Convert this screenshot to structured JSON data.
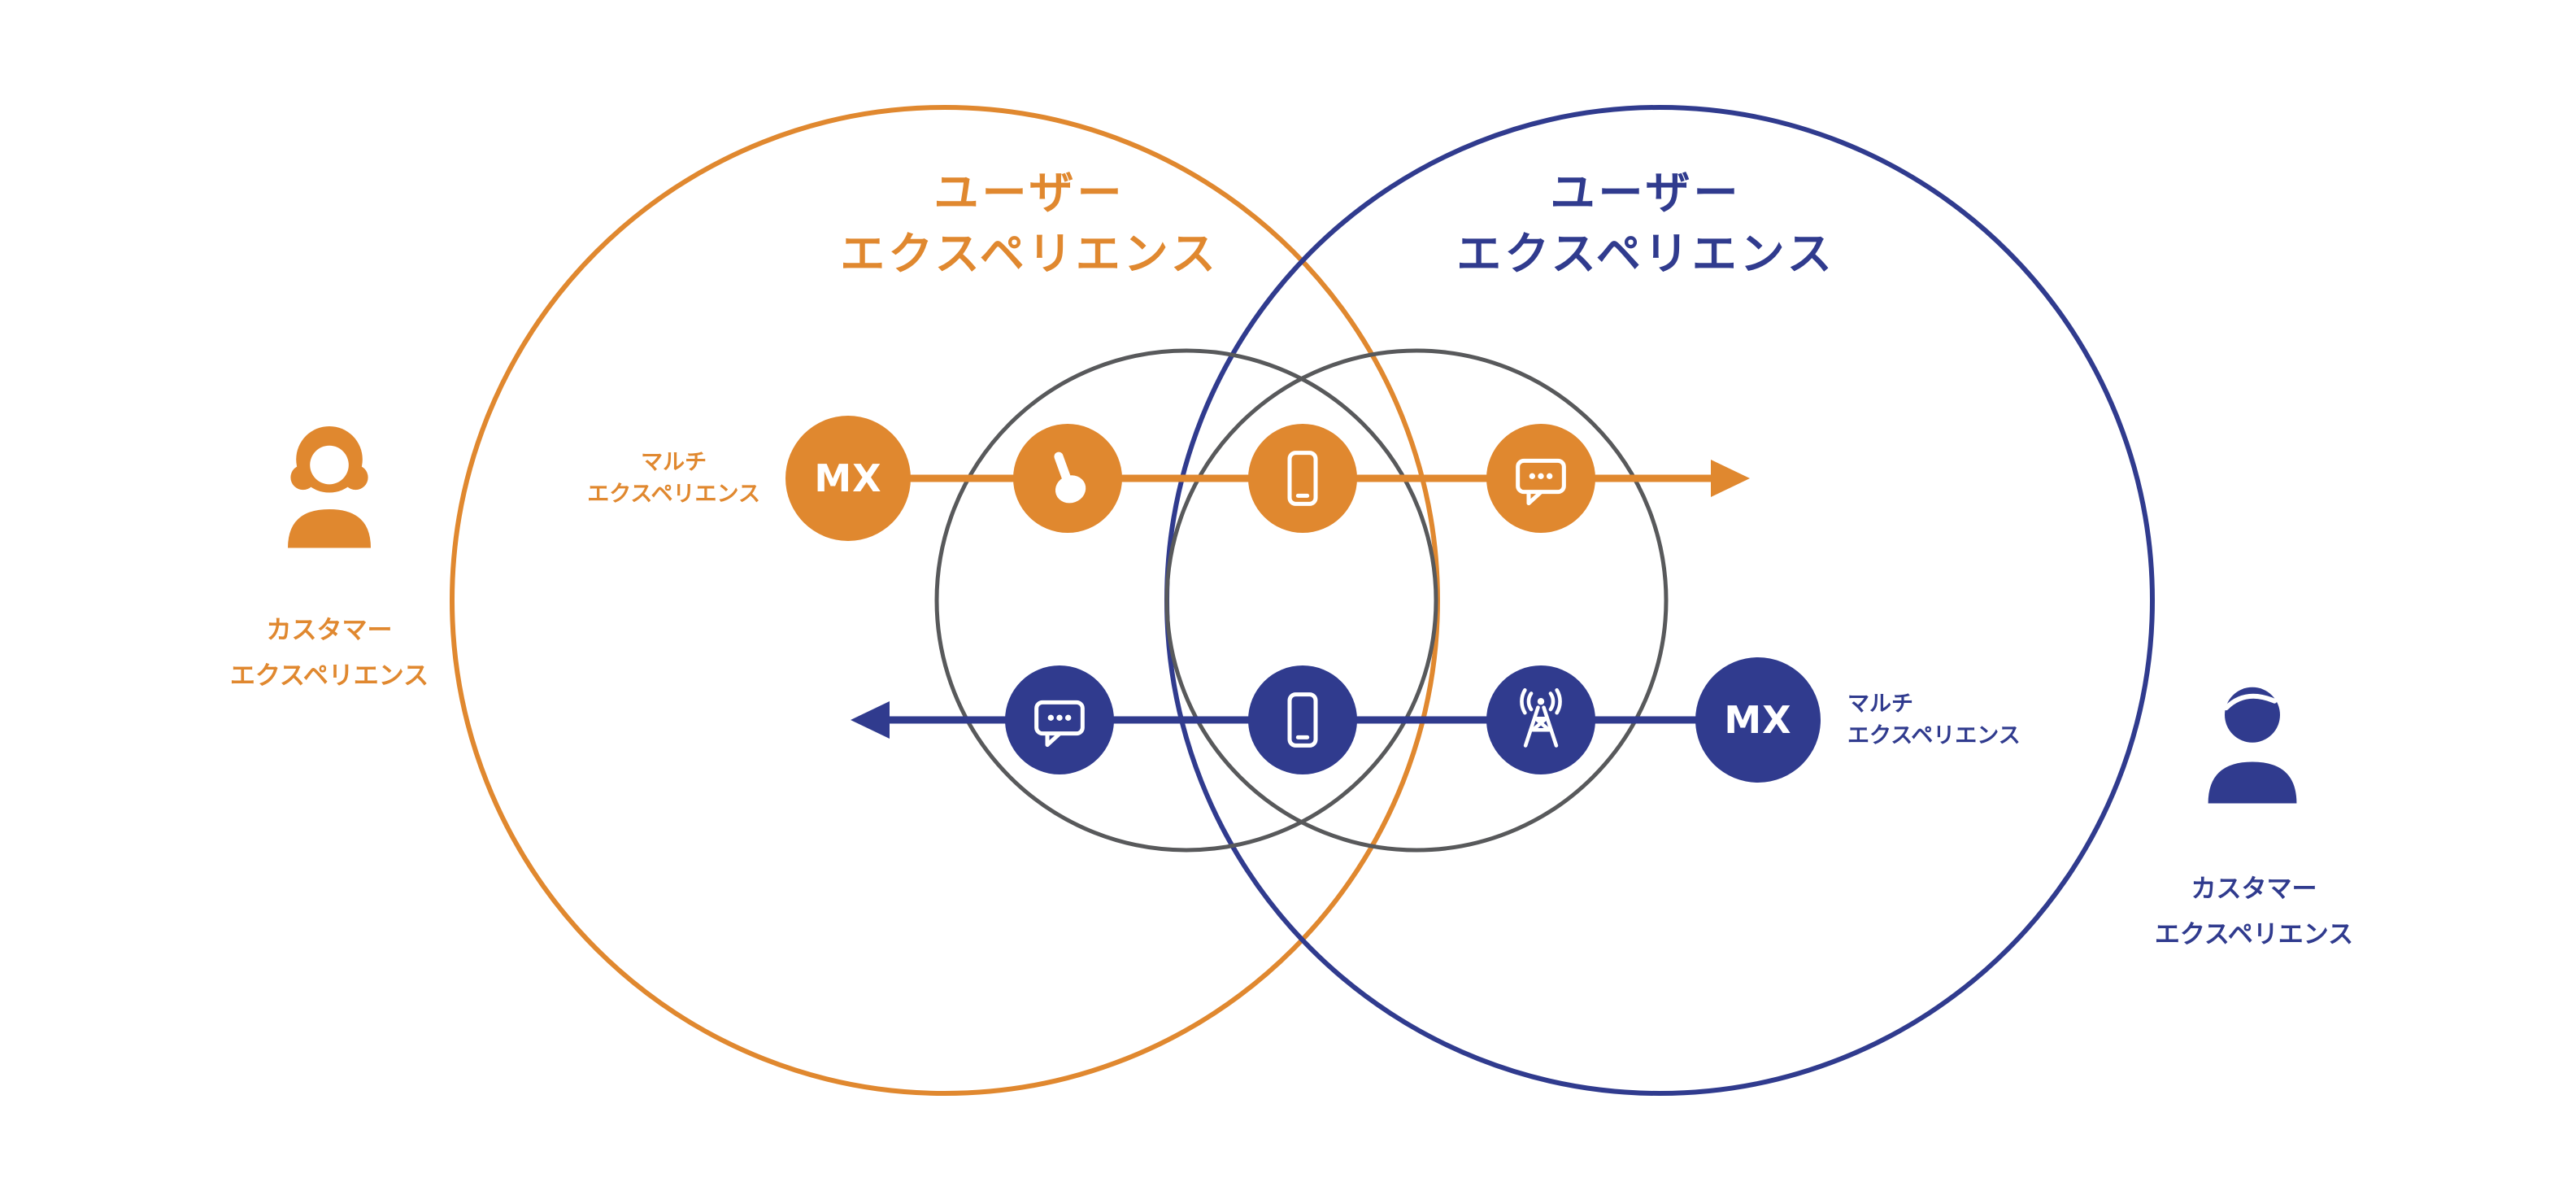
{
  "diagram": {
    "background": "#FFFFFF",
    "colors": {
      "orange": "#E0882F",
      "navy": "#303B8E",
      "inner_circle_gray": "#58595B"
    },
    "left": {
      "venn_title_line1": "ユーザー",
      "venn_title_line2": "エクスペリエンス",
      "persona_icon": "woman-avatar-icon",
      "persona_line1": "カスタマー",
      "persona_line2": "エクスペリエンス",
      "mx_badge": "MX",
      "mx_label_line1": "マルチ",
      "mx_label_line2": "エクスペリエンス",
      "flow_icons": [
        "mx-badge",
        "tap-icon",
        "smartphone-icon",
        "chat-dots-icon"
      ],
      "arrow_direction": "right"
    },
    "right": {
      "venn_title_line1": "ユーザー",
      "venn_title_line2": "エクスペリエンス",
      "persona_icon": "man-avatar-icon",
      "persona_line1": "カスタマー",
      "persona_line2": "エクスペリエンス",
      "mx_badge": "MX",
      "mx_label_line1": "マルチ",
      "mx_label_line2": "エクスペリエンス",
      "flow_icons": [
        "chat-dots-icon",
        "smartphone-icon",
        "radio-tower-icon",
        "mx-badge"
      ],
      "arrow_direction": "left"
    }
  }
}
